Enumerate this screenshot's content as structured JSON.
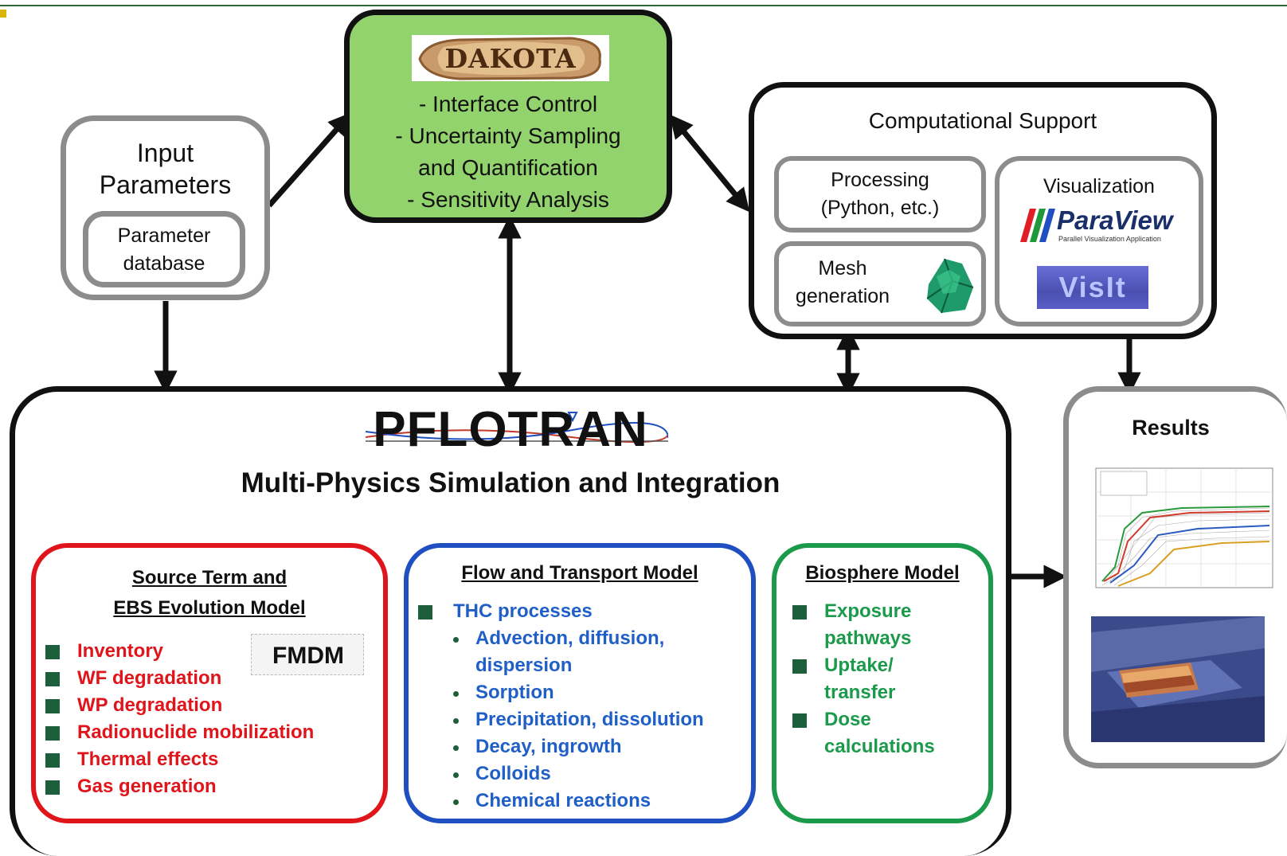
{
  "dakota": {
    "logo_text": "DAKOTA",
    "lines": [
      "- Interface Control",
      "- Uncertainty Sampling",
      "and Quantification",
      "- Sensitivity Analysis"
    ]
  },
  "input": {
    "title_line1": "Input",
    "title_line2": "Parameters",
    "db_line1": "Parameter",
    "db_line2": "database"
  },
  "computational": {
    "title": "Computational  Support",
    "processing_line1": "Processing",
    "processing_line2": "(Python, etc.)",
    "mesh_line1": "Mesh",
    "mesh_line2": "generation",
    "visualization_title": "Visualization",
    "paraview_name": "ParaView",
    "paraview_tagline": "Parallel Visualization Application",
    "visit_name": "VisIt"
  },
  "pflotran": {
    "name": "PFLOTRAN",
    "subtitle": "Multi-Physics Simulation and Integration"
  },
  "source_term": {
    "title_line1": "Source Term and",
    "title_line2": "EBS Evolution Model",
    "fmdm_label": "FMDM",
    "items": [
      "Inventory",
      "WF degradation",
      "WP degradation",
      "Radionuclide mobilization",
      "Thermal effects",
      "Gas generation"
    ],
    "color": "#e0141b"
  },
  "flow": {
    "title": "Flow and Transport Model",
    "main_item": "THC processes",
    "sub_items": [
      [
        "Advection, diffusion,",
        "dispersion"
      ],
      [
        "Sorption"
      ],
      [
        "Precipitation, dissolution"
      ],
      [
        "Decay, ingrowth"
      ],
      [
        "Colloids"
      ],
      [
        "Chemical reactions"
      ]
    ],
    "color": "#1f5fc7"
  },
  "biosphere": {
    "title": "Biosphere Model",
    "items": [
      [
        "Exposure",
        "pathways"
      ],
      [
        "Uptake/",
        "transfer"
      ],
      [
        "Dose",
        "calculations"
      ]
    ],
    "color": "#1a9a4a"
  },
  "results": {
    "title": "Results"
  },
  "colors": {
    "dakota_fill": "#92d36e",
    "gray_border": "#8c8c8c",
    "bullet_square": "#1d5f3a"
  }
}
